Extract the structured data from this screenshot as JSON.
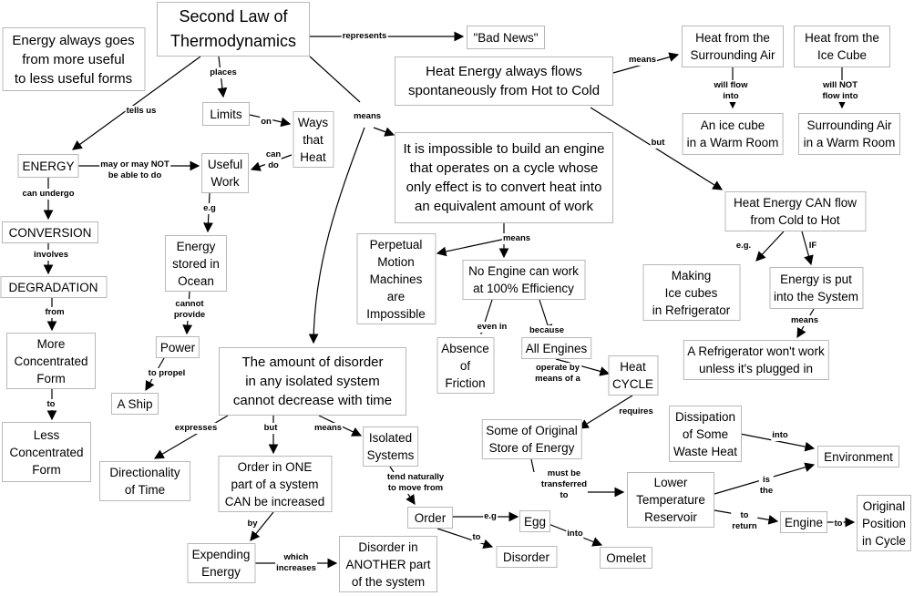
{
  "nodes": {
    "title": "Second Law of\nThermodynamics",
    "energy_forms": "Energy always goes\nfrom more useful\nto less useful forms",
    "bad_news": "\"Bad News\"",
    "heat_flows": "Heat Energy always flows\nspontaneously from Hot to Cold",
    "heat_air": "Heat from the\nSurrounding Air",
    "heat_ice": "Heat from the\nIce Cube",
    "ice_cube_room": "An ice cube\nin a Warm Room",
    "surrounding_air": "Surrounding Air\nin a Warm Room",
    "limits": "Limits",
    "ways_heat": "Ways\nthat\nHeat",
    "energy": "ENERGY",
    "useful_work": "Useful\nWork",
    "impossible_engine": "It is impossible to build an engine\nthat operates on a cycle whose\nonly effect is to convert heat into\nan equivalent amount of work",
    "heat_can_flow": "Heat Energy CAN flow\nfrom Cold to Hot",
    "conversion": "CONVERSION",
    "energy_ocean": "Energy\nstored in\nOcean",
    "perpetual": "Perpetual\nMotion\nMachines\nare\nImpossible",
    "no_engine": "No Engine can work\nat 100% Efficiency",
    "making_ice": "Making\nIce cubes\nin Refrigerator",
    "energy_put": "Energy is put\ninto the System",
    "degradation": "DEGRADATION",
    "more_concentrated": "More\nConcentrated\nForm",
    "power": "Power",
    "absence": "Absence\nof\nFriction",
    "all_engines": "All Engines",
    "refrigerator": "A Refrigerator won't work\nunless it's plugged in",
    "heat_cycle": "Heat\nCYCLE",
    "amount_disorder": "The amount of disorder\nin any isolated system\ncannot decrease with time",
    "a_ship": "A Ship",
    "dissipation": "Dissipation\nof Some\nWaste Heat",
    "some_original": "Some of Original\nStore of Energy",
    "less_concentrated": "Less\nConcentrated\nForm",
    "isolated": "Isolated\nSystems",
    "environment": "Environment",
    "directionality": "Directionality\nof Time",
    "order_one": "Order in ONE\npart of a system\nCAN be increased",
    "lower_temp": "Lower\nTemperature\nReservoir",
    "order": "Order",
    "egg": "Egg",
    "original_position": "Original\nPosition\nin Cycle",
    "engine": "Engine",
    "expending": "Expending\nEnergy",
    "disorder_another": "Disorder in\nANOTHER part\nof the system",
    "disorder": "Disorder",
    "omelet": "Omelet"
  },
  "links": {
    "represents": "represents",
    "places": "places",
    "tells_us": "tells us",
    "means_main": "means",
    "means_heat": "means",
    "will_flow": "will flow\ninto",
    "will_not_flow": "will NOT\nflow into",
    "but_heat": "but",
    "on": "on",
    "can_do": "can\ndo",
    "may_or_may_not": "may or may NOT\nbe able to do",
    "can_undergo": "can undergo",
    "eg_work": "e.g",
    "means_engine": "means",
    "involves": "involves",
    "eg_cold": "e.g.",
    "if": "IF",
    "from": "from",
    "cannot_provide": "cannot\nprovide",
    "even_in": "even in",
    "because": "because",
    "means_fridge": "means",
    "to_propel": "to propel",
    "operate_by": "operate by\nmeans of a",
    "to_less": "to",
    "requires": "requires",
    "into_env": "into",
    "expresses": "expresses",
    "but_disorder": "but",
    "means_isolated": "means",
    "tend_naturally": "tend naturally\nto move from",
    "must_be": "must be\ntransferred\nto",
    "is_the": "is\nthe",
    "eg_order": "e.g",
    "to_disorder": "to",
    "into_omelet": "into",
    "to_return": "to\nreturn",
    "to_position": "to",
    "by": "by",
    "which_increases": "which\nincreases"
  }
}
